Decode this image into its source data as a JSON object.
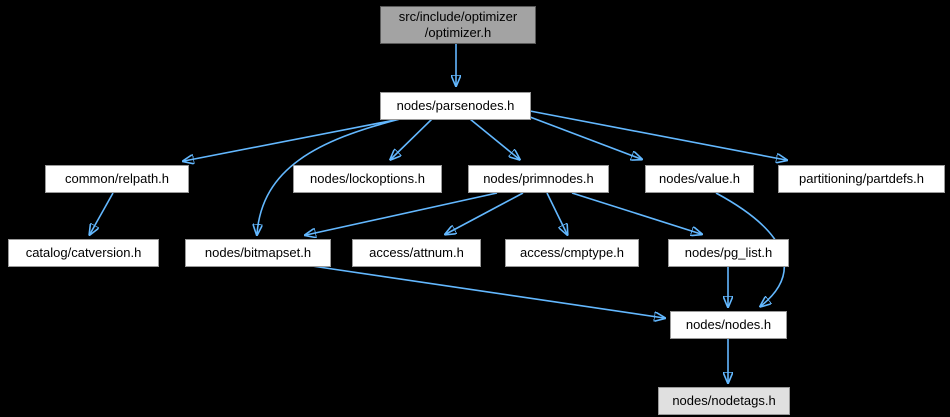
{
  "diagram": {
    "type": "include-dependency-graph",
    "background_color": "#000000",
    "edge_color": "#63b8ff",
    "node_fill": "#ffffff",
    "node_border": "#9a9a9a",
    "current_node_fill": "#a3a3a3",
    "truncated_node_fill": "#e0e0e0",
    "nodes": [
      {
        "id": "optimizer",
        "label": "src/include/optimizer\n/optimizer.h",
        "style": "current"
      },
      {
        "id": "parsenodes",
        "label": "nodes/parsenodes.h",
        "style": "normal"
      },
      {
        "id": "relpath",
        "label": "common/relpath.h",
        "style": "normal"
      },
      {
        "id": "lockoptions",
        "label": "nodes/lockoptions.h",
        "style": "normal"
      },
      {
        "id": "primnodes",
        "label": "nodes/primnodes.h",
        "style": "normal"
      },
      {
        "id": "value",
        "label": "nodes/value.h",
        "style": "normal"
      },
      {
        "id": "partdefs",
        "label": "partitioning/partdefs.h",
        "style": "normal"
      },
      {
        "id": "catversion",
        "label": "catalog/catversion.h",
        "style": "normal"
      },
      {
        "id": "bitmapset",
        "label": "nodes/bitmapset.h",
        "style": "normal"
      },
      {
        "id": "attnum",
        "label": "access/attnum.h",
        "style": "normal"
      },
      {
        "id": "cmptype",
        "label": "access/cmptype.h",
        "style": "normal"
      },
      {
        "id": "pg_list",
        "label": "nodes/pg_list.h",
        "style": "normal"
      },
      {
        "id": "nodes",
        "label": "nodes/nodes.h",
        "style": "normal"
      },
      {
        "id": "nodetags",
        "label": "nodes/nodetags.h",
        "style": "truncated"
      }
    ],
    "edges": [
      {
        "from": "optimizer",
        "to": "parsenodes"
      },
      {
        "from": "parsenodes",
        "to": "relpath"
      },
      {
        "from": "parsenodes",
        "to": "lockoptions"
      },
      {
        "from": "parsenodes",
        "to": "primnodes"
      },
      {
        "from": "parsenodes",
        "to": "value"
      },
      {
        "from": "parsenodes",
        "to": "partdefs"
      },
      {
        "from": "parsenodes",
        "to": "bitmapset"
      },
      {
        "from": "relpath",
        "to": "catversion"
      },
      {
        "from": "primnodes",
        "to": "bitmapset"
      },
      {
        "from": "primnodes",
        "to": "attnum"
      },
      {
        "from": "primnodes",
        "to": "cmptype"
      },
      {
        "from": "primnodes",
        "to": "pg_list"
      },
      {
        "from": "value",
        "to": "nodes"
      },
      {
        "from": "bitmapset",
        "to": "nodes"
      },
      {
        "from": "pg_list",
        "to": "nodes"
      },
      {
        "from": "nodes",
        "to": "nodetags"
      }
    ]
  }
}
